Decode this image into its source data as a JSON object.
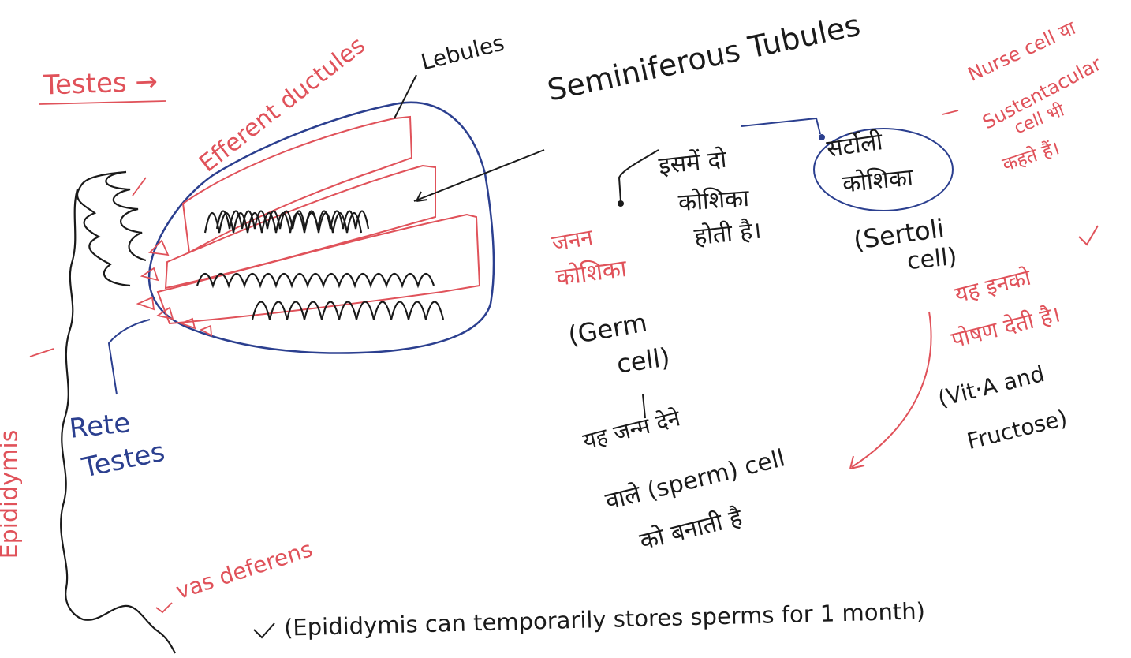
{
  "colors": {
    "red_ink": "#e0525a",
    "black_ink": "#1a1a1a",
    "blue_ink": "#2b3f8f",
    "paper": "#ffffff"
  },
  "labels": {
    "testes": "Testes →",
    "efferent": "Efferent ductules",
    "lobules": "Lebules",
    "seminiferous": "Seminiferous Tubules",
    "nurse_1": "Nurse cell या",
    "nurse_2": "Sustentacular",
    "nurse_3": "cell भी",
    "nurse_4": "कहते हैं।",
    "two_cells_1": "इसमें दो",
    "two_cells_2": "कोशिका",
    "two_cells_3": "होती है।",
    "sertoli_hi_1": "सर्टोली",
    "sertoli_hi_2": "कोशिका",
    "sertoli_en_1": "(Sertoli",
    "sertoli_en_2": "cell)",
    "janan_1": "जनन",
    "janan_2": "कोशिका",
    "germ_1": "(Germ",
    "germ_2": "cell)",
    "nourish_1": "यह इनको",
    "nourish_2": "पोषण देती है।",
    "vit_1": "(Vit·A and",
    "vit_2": "Fructose)",
    "rete_1": "Rete",
    "rete_2": "Testes",
    "epididymis": "Epididymis",
    "vas": "vas deferens",
    "sperm_1": "यह जन्म देने",
    "sperm_2": "वाले (sperm) cell",
    "sperm_3": "को बनाती है",
    "bottom_note": "(Epididymis can temporarily stores sperms for 1 month)"
  }
}
